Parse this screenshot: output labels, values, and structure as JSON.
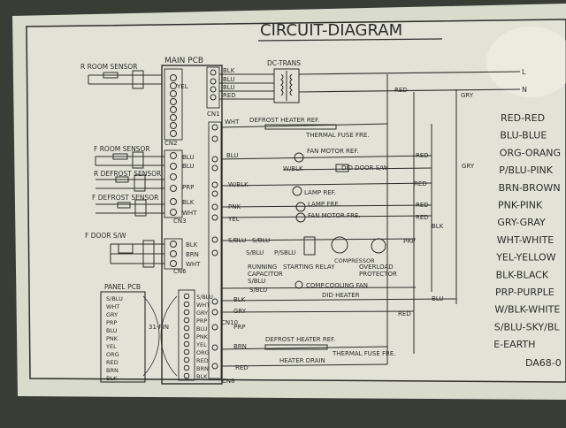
{
  "title": "CIRCUIT-DIAGRAM",
  "model_code": "DA68-0",
  "main_pcb_label": "MAIN PCB",
  "panel_pcb_label": "PANEL PCB",
  "connectors": {
    "cn1": "CN1",
    "cn2": "CN2",
    "cn3": "CN3",
    "cn6": "CN6",
    "cn8": "CN8",
    "cn10": "CN10",
    "pin31": "31-PIN"
  },
  "sensors": {
    "r_room": "R ROOM SENSOR",
    "f_room": "F ROOM SENSOR",
    "r_defrost": "R DEFROST SENSOR",
    "f_defrost": "F DEFROST SENSOR",
    "f_door": "F DOOR S/W"
  },
  "wire_labels": {
    "yel": "YEL",
    "blu": "BLU",
    "prp": "PRP",
    "wht": "WHT",
    "blk": "BLK",
    "brn": "BRN",
    "wht_sw": "WHT",
    "pnk": "PNK",
    "yel2": "YEL",
    "sblu": "S/BLU",
    "sblu2": "S/BLU",
    "sblu3": "S/BLU",
    "psblu": "P/SBLU",
    "wblk": "W/BLK",
    "wblk2": "W/BLK",
    "gry": "GRY",
    "prp2": "PRP",
    "brn2": "BRN",
    "red": "RED",
    "wht2": "WHT",
    "blu2": "BLU",
    "blk2": "BLK",
    "blk3": "BLK",
    "blu3": "BLU",
    "blu4": "BLU",
    "red2": "RED",
    "red3": "RED",
    "red4": "RED",
    "red5": "RED",
    "red6": "RED",
    "red7": "RED",
    "gry2": "GRY",
    "gry3": "GRY",
    "blk4": "BLK",
    "blu5": "BLU",
    "prp3": "PRP",
    "red8": "RED",
    "red9": "RED"
  },
  "transformer": "DC-TRANS",
  "line_l": "L",
  "line_n": "N",
  "components": {
    "defrost_heater_ref": "DEFROST HEATER REF.",
    "thermal_fuse_fre": "THERMAL FUSE FRE.",
    "fan_motor_ref": "FAN MOTOR REF.",
    "did_door_sw": "DID DOOR S/W",
    "lamp_ref": "LAMP REF.",
    "lamp_fre": "LAMP FRE.",
    "fan_motor_fre": "FAN MOTOR FRE.",
    "running_capacitor": "RUNNING\nCAPACITOR",
    "starting_relay": "STARTING RELAY",
    "compressor": "COMPRESSOR",
    "overload_protector": "OVERLOAD\nPROTECTOR",
    "comp_cooling_fan": "COMP.COOLING FAN",
    "did_heater": "DID HEATER",
    "defrost_heater_ref2": "DEFROST HEATER REF.",
    "heater_drain": "HEATER DRAIN",
    "thermal_fuse_fre2": "THERMAL FUSE FRE."
  },
  "panel_pcb_wires": [
    "S/BLU",
    "WHT",
    "GRY",
    "PRP",
    "BLU",
    "PNK",
    "YEL",
    "ORG",
    "RED",
    "BRN",
    "BLK"
  ],
  "main_pcb_wires": [
    "S/BLU",
    "WHT",
    "GRY",
    "PRP",
    "BLU",
    "PNK",
    "YEL",
    "ORG",
    "RED",
    "BRN",
    "BLK"
  ],
  "legend": [
    "RED-RED",
    "BLU-BLUE",
    "ORG-ORANG",
    "P/BLU-PINK",
    "BRN-BROWN",
    "PNK-PINK",
    "GRY-GRAY",
    "WHT-WHITE",
    "YEL-YELLOW",
    "BLK-BLACK",
    "PRP-PURPLE",
    "W/BLK-WHITE",
    "S/BLU-SKY/BL",
    "E-EARTH"
  ],
  "colors": {
    "panel": "#dfe0d4",
    "ink": "#2b2c28",
    "wall": "#3a3c36"
  }
}
